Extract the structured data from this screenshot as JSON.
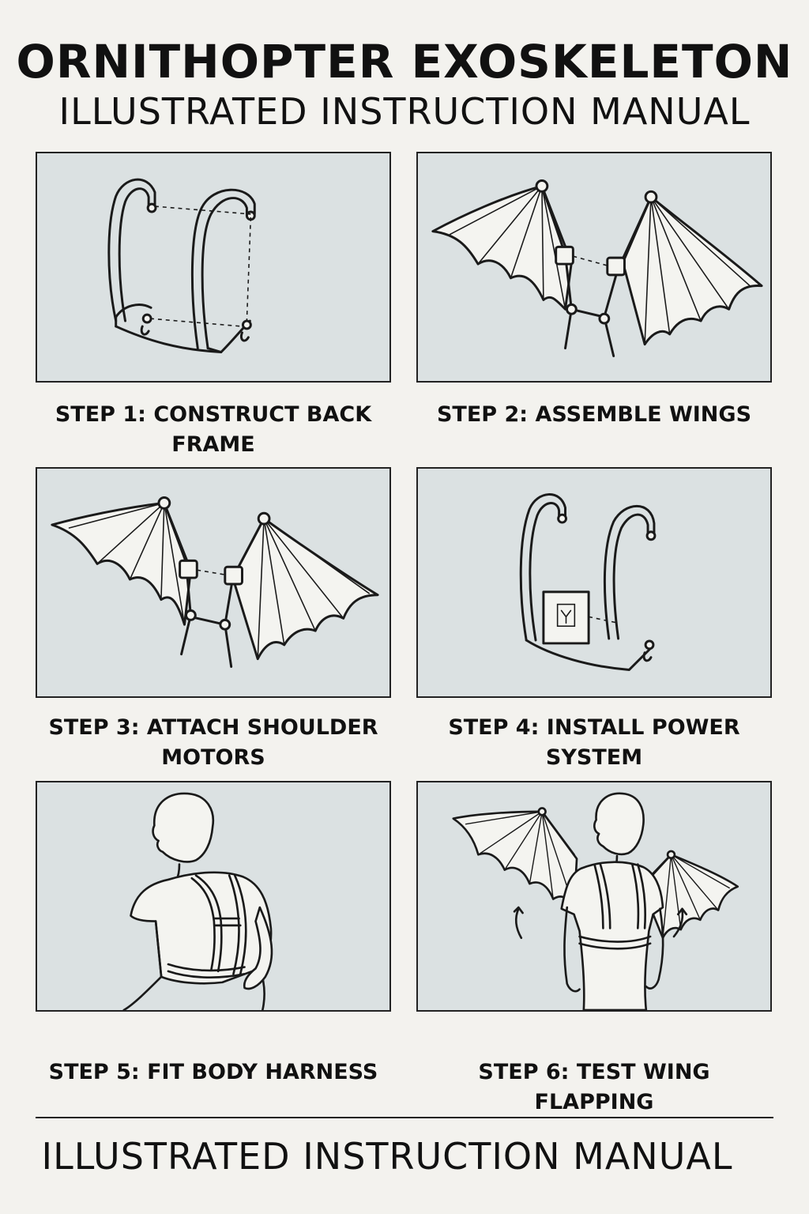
{
  "header": {
    "title": "ORNITHOPTER EXOSKELETON",
    "subtitle": "ILLUSTRATED INSTRUCTION MANUAL"
  },
  "steps": [
    {
      "caption": "STEP 1: CONSTRUCT BACK FRAME",
      "illustration": "back-frame"
    },
    {
      "caption": "STEP 2: ASSEMBLE WINGS",
      "illustration": "wings"
    },
    {
      "caption": "STEP 3: ATTACH SHOULDER MOTORS",
      "illustration": "wings-with-motors"
    },
    {
      "caption": "STEP 4: INSTALL POWER SYSTEM",
      "illustration": "frame-with-power-box"
    },
    {
      "caption": "STEP 5: FIT BODY HARNESS",
      "illustration": "person-with-harness"
    },
    {
      "caption": "STEP 6: TEST WING FLAPPING",
      "illustration": "person-with-wings"
    }
  ],
  "footer": {
    "text": "ILLUSTRATED INSTRUCTION MANUAL"
  }
}
